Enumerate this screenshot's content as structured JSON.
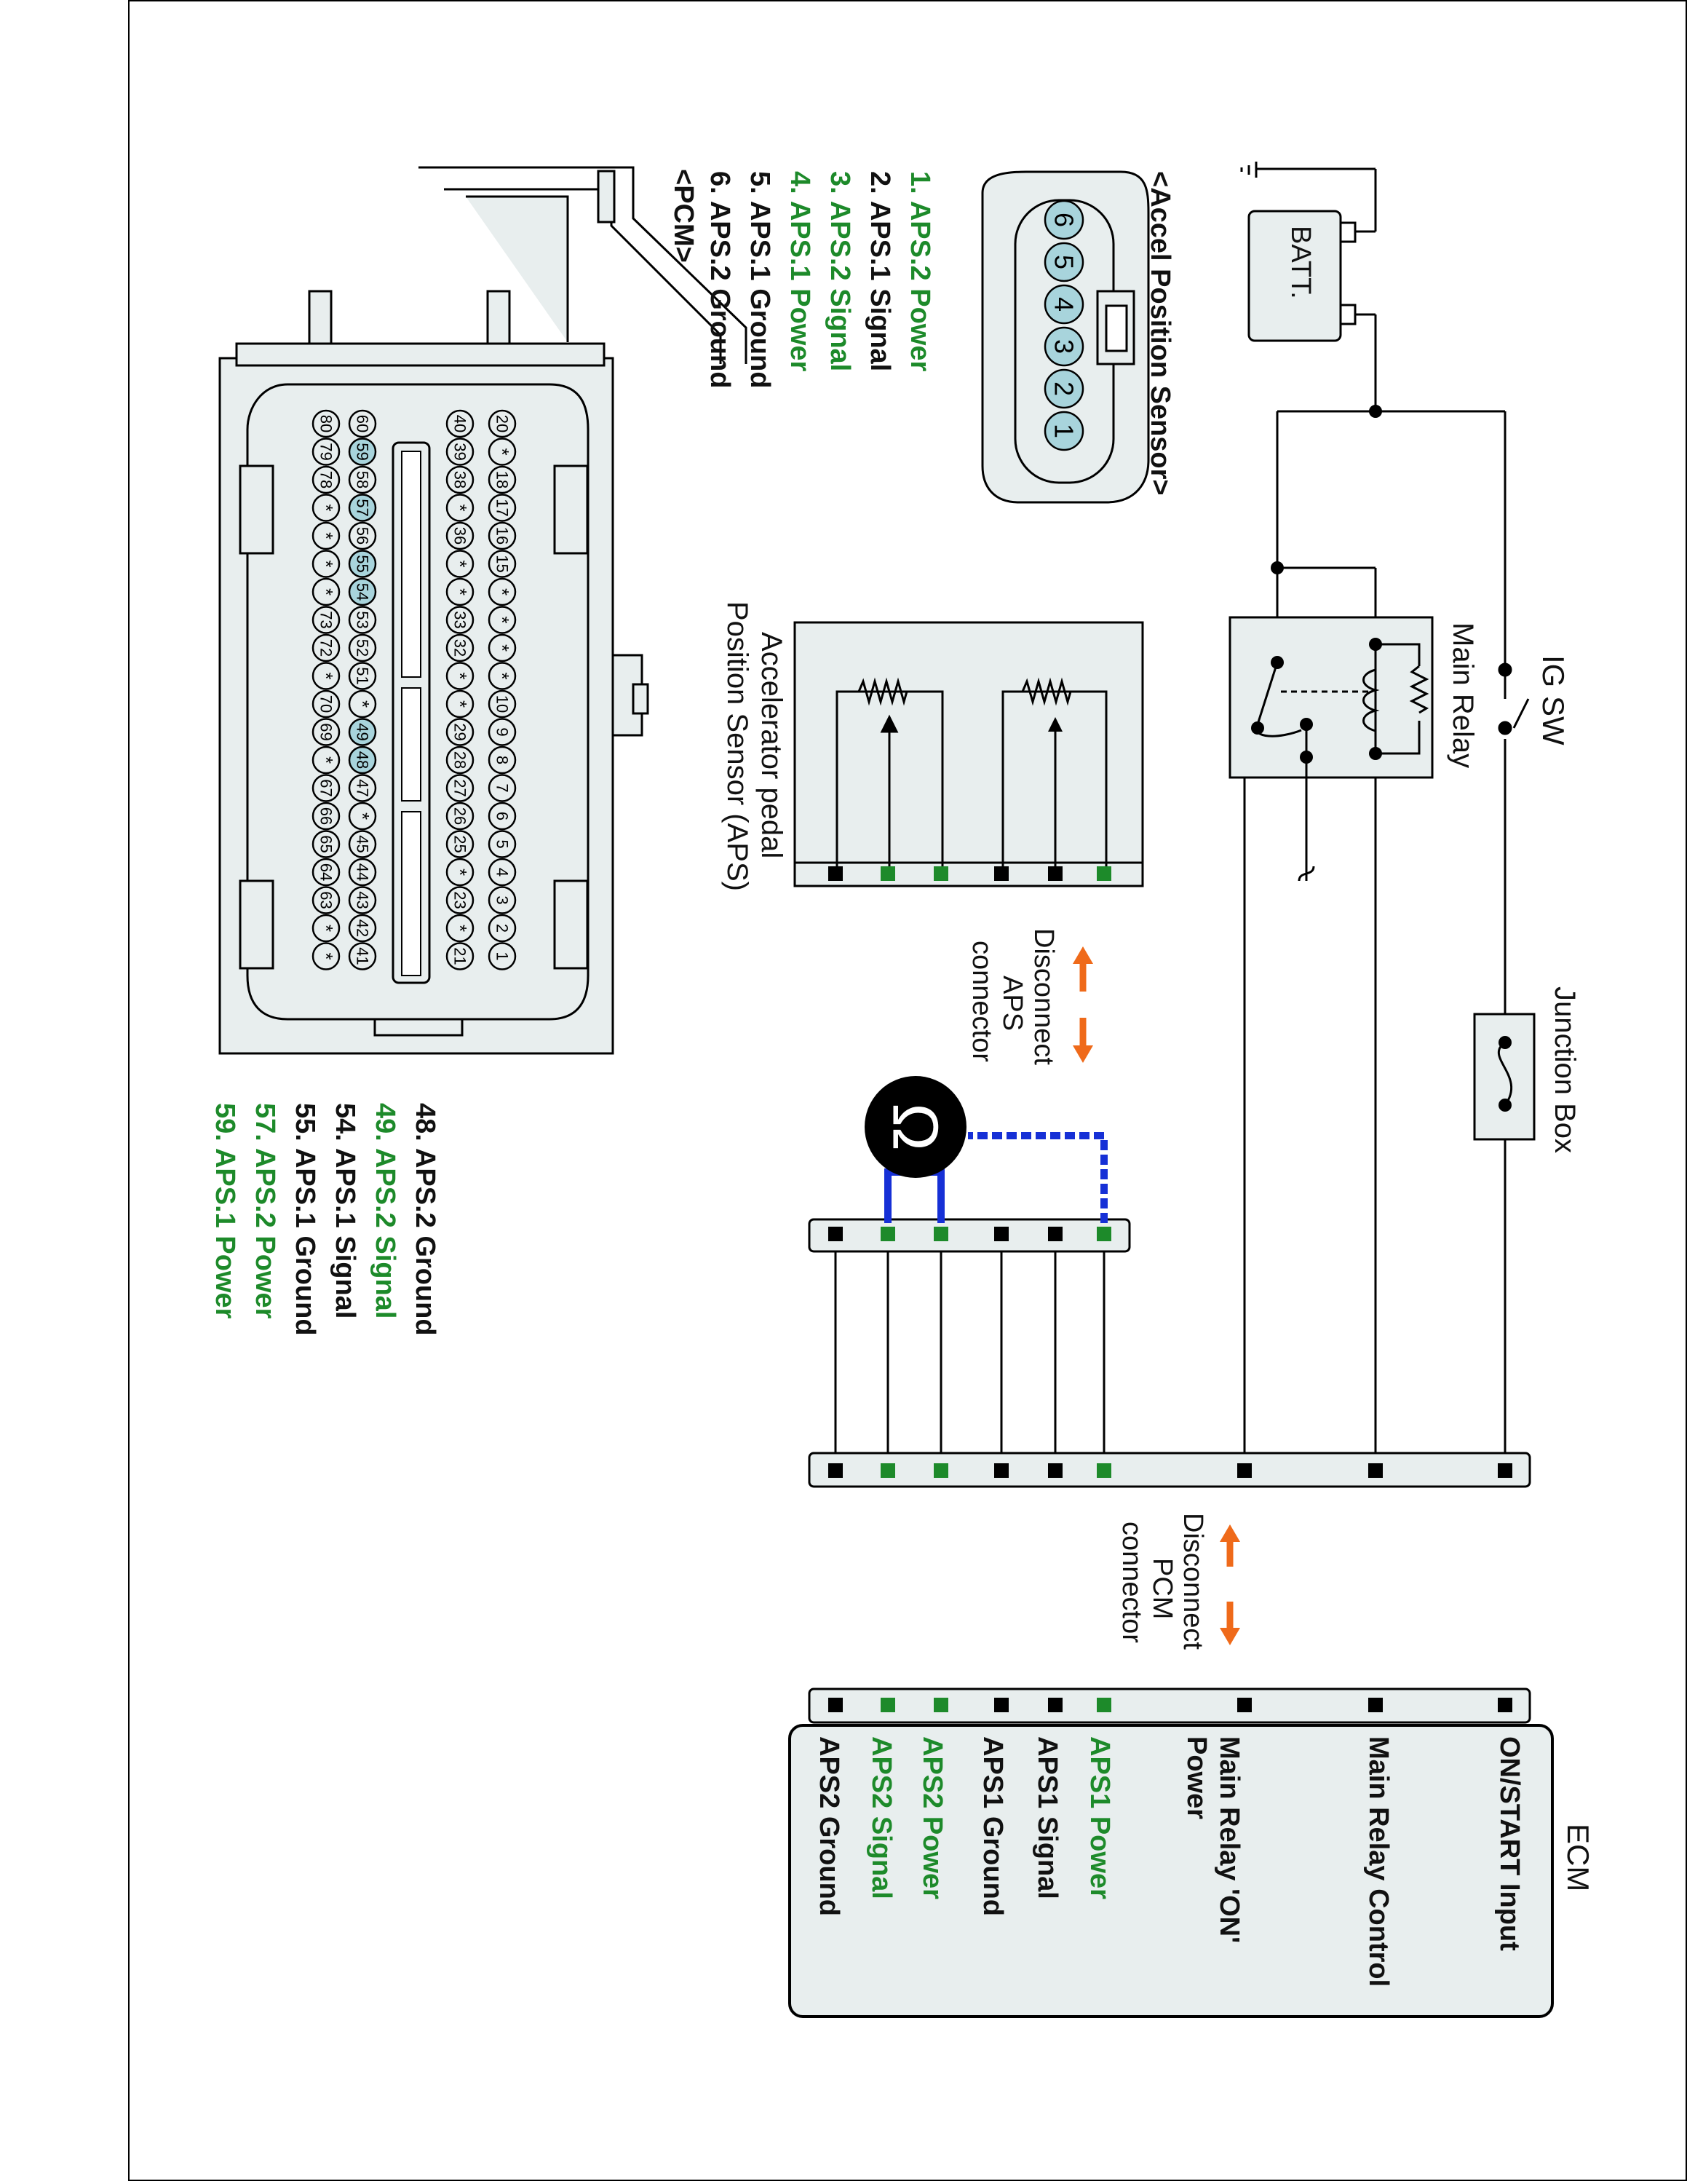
{
  "accel_sensor": {
    "title": "<Accel Position Sensor>",
    "pins": [
      "6",
      "5",
      "4",
      "3",
      "2",
      "1"
    ],
    "legend": [
      {
        "text": "1. APS.2 Power",
        "green": true
      },
      {
        "text": "2. APS.1 Signal",
        "green": false
      },
      {
        "text": "3. APS.2 Signal",
        "green": true
      },
      {
        "text": "4. APS.1 Power",
        "green": true
      },
      {
        "text": "5. APS.1 Ground",
        "green": false
      },
      {
        "text": "6. APS.2 Ground",
        "green": false
      }
    ]
  },
  "pcm": {
    "title": "<PCM>",
    "row1": [
      "20",
      "*",
      "18",
      "17",
      "16",
      "15",
      "*",
      "*",
      "*",
      "*",
      "10",
      "9",
      "8",
      "7",
      "6",
      "5",
      "4",
      "3",
      "2",
      "1"
    ],
    "row2": [
      "40",
      "39",
      "38",
      "*",
      "36",
      "*",
      "*",
      "33",
      "32",
      "*",
      "*",
      "29",
      "28",
      "27",
      "26",
      "25",
      "*",
      "23",
      "*",
      "21"
    ],
    "row3": [
      "60",
      "59",
      "58",
      "57",
      "56",
      "55",
      "54",
      "53",
      "52",
      "51",
      "*",
      "49",
      "48",
      "47",
      "*",
      "45",
      "44",
      "43",
      "42",
      "41"
    ],
    "row4": [
      "80",
      "79",
      "78",
      "*",
      "*",
      "*",
      "*",
      "73",
      "72",
      "*",
      "70",
      "69",
      "*",
      "67",
      "66",
      "65",
      "64",
      "63",
      "*",
      "*"
    ],
    "highlight_row3": [
      "59",
      "57",
      "55",
      "54",
      "49",
      "48"
    ],
    "legend": [
      {
        "text": "48. APS.2 Ground",
        "green": false
      },
      {
        "text": "49. APS.2 Signal",
        "green": true
      },
      {
        "text": "54. APS.1 Signal",
        "green": false
      },
      {
        "text": "55. APS.1 Ground",
        "green": false
      },
      {
        "text": "57. APS.2 Power",
        "green": true
      },
      {
        "text": "59. APS.1 Power",
        "green": true
      }
    ]
  },
  "circuit": {
    "battery": "BATT.",
    "battery_minus": "-",
    "battery_plus": "+",
    "ig_sw": "IG SW",
    "main_relay": "Main Relay",
    "junction_box": "Junction Box",
    "aps_label_1": "Accelerator pedal",
    "aps_label_2": "Position Sensor (APS)",
    "disconnect_aps": [
      "Disconnect",
      "APS",
      "connector"
    ],
    "disconnect_pcm": [
      "Disconnect",
      "PCM",
      "connector"
    ],
    "ecm_title": "ECM",
    "ecm_pins": [
      {
        "text": "ON/START Input",
        "green": false
      },
      {
        "text": "Main Relay Control",
        "green": false
      },
      {
        "text": "Main Relay 'ON'",
        "green": false
      },
      {
        "text": "Power",
        "green": false
      },
      {
        "text": "APS1 Power",
        "green": true
      },
      {
        "text": "APS1 Signal",
        "green": false
      },
      {
        "text": "APS1 Ground",
        "green": false
      },
      {
        "text": "APS2 Power",
        "green": true
      },
      {
        "text": "APS2 Signal",
        "green": true
      },
      {
        "text": "APS2 Ground",
        "green": false
      }
    ],
    "meter_symbol": "Ω"
  },
  "colors": {
    "green": "#1d8a2a",
    "orange": "#ef6a1a",
    "blue": "#1630d6",
    "pin_fill": "#a8d4dc",
    "box_fill": "#e8eeee"
  }
}
